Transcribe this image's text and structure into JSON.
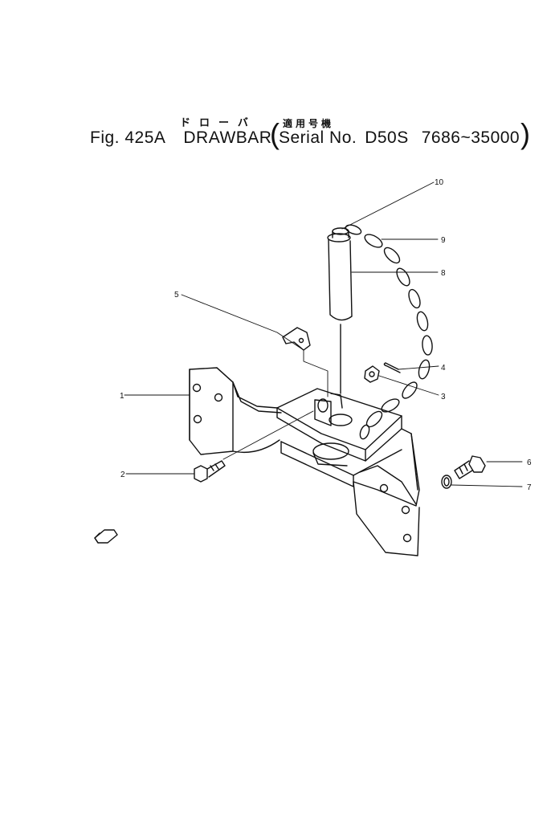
{
  "header": {
    "title_jp": "ドローバ",
    "subtitle_jp": "適用号機",
    "fig_label": "Fig. 425A",
    "part_name": "DRAWBAR",
    "serial_label": "Serial No.",
    "model": "D50S",
    "serial_range": "7686~35000"
  },
  "callouts": [
    {
      "id": "callout-1",
      "label": "1"
    },
    {
      "id": "callout-2",
      "label": "2"
    },
    {
      "id": "callout-3",
      "label": "3"
    },
    {
      "id": "callout-4",
      "label": "4"
    },
    {
      "id": "callout-5",
      "label": "5"
    },
    {
      "id": "callout-6",
      "label": "6"
    },
    {
      "id": "callout-7",
      "label": "7"
    },
    {
      "id": "callout-8",
      "label": "8"
    },
    {
      "id": "callout-9",
      "label": "9"
    },
    {
      "id": "callout-10",
      "label": "10"
    }
  ],
  "colors": {
    "ink": "#111111",
    "paper": "#ffffff"
  }
}
